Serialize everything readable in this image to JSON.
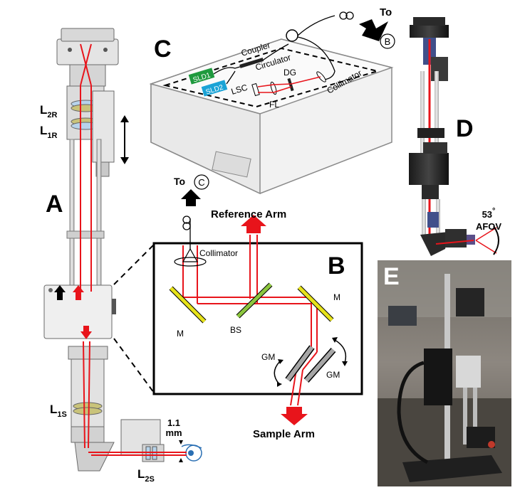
{
  "panels": {
    "a": "A",
    "b": "B",
    "c": "C",
    "d": "D",
    "e": "E"
  },
  "panel_a": {
    "lens_2r_main": "L",
    "lens_2r_sub": "2R",
    "lens_1r_main": "L",
    "lens_1r_sub": "1R",
    "lens_1s_main": "L",
    "lens_1s_sub": "1S",
    "lens_2s_main": "L",
    "lens_2s_sub": "2S",
    "pupil_value": "1.1",
    "pupil_unit": "mm"
  },
  "panel_b": {
    "to_label": "To",
    "to_target": "C",
    "collimator": "Collimator",
    "reference_arm": "Reference Arm",
    "sample_arm": "Sample Arm",
    "mirror_left": "M",
    "mirror_right": "M",
    "beamsplitter": "BS",
    "galvo_1": "GM",
    "galvo_2": "GM"
  },
  "panel_c": {
    "to_label": "To",
    "to_target": "B",
    "coupler": "Coupler",
    "circulator": "Circulator",
    "sld1": "SLD1",
    "sld2": "SLD2",
    "lsc": "LSC",
    "fl": "FL",
    "dg": "DG",
    "collimator": "Collimator"
  },
  "panel_d": {
    "afov_value": "53",
    "afov_degree": "°",
    "afov_label": "AFOV"
  },
  "colors": {
    "beam": "#e8141b",
    "mirror": "#e6e21a",
    "beamsplitter": "#8cc63e",
    "galvo": "#a6a6a6",
    "sld1": "#1f9a3e",
    "sld2": "#1aa3d6",
    "arrow": "#000000"
  }
}
